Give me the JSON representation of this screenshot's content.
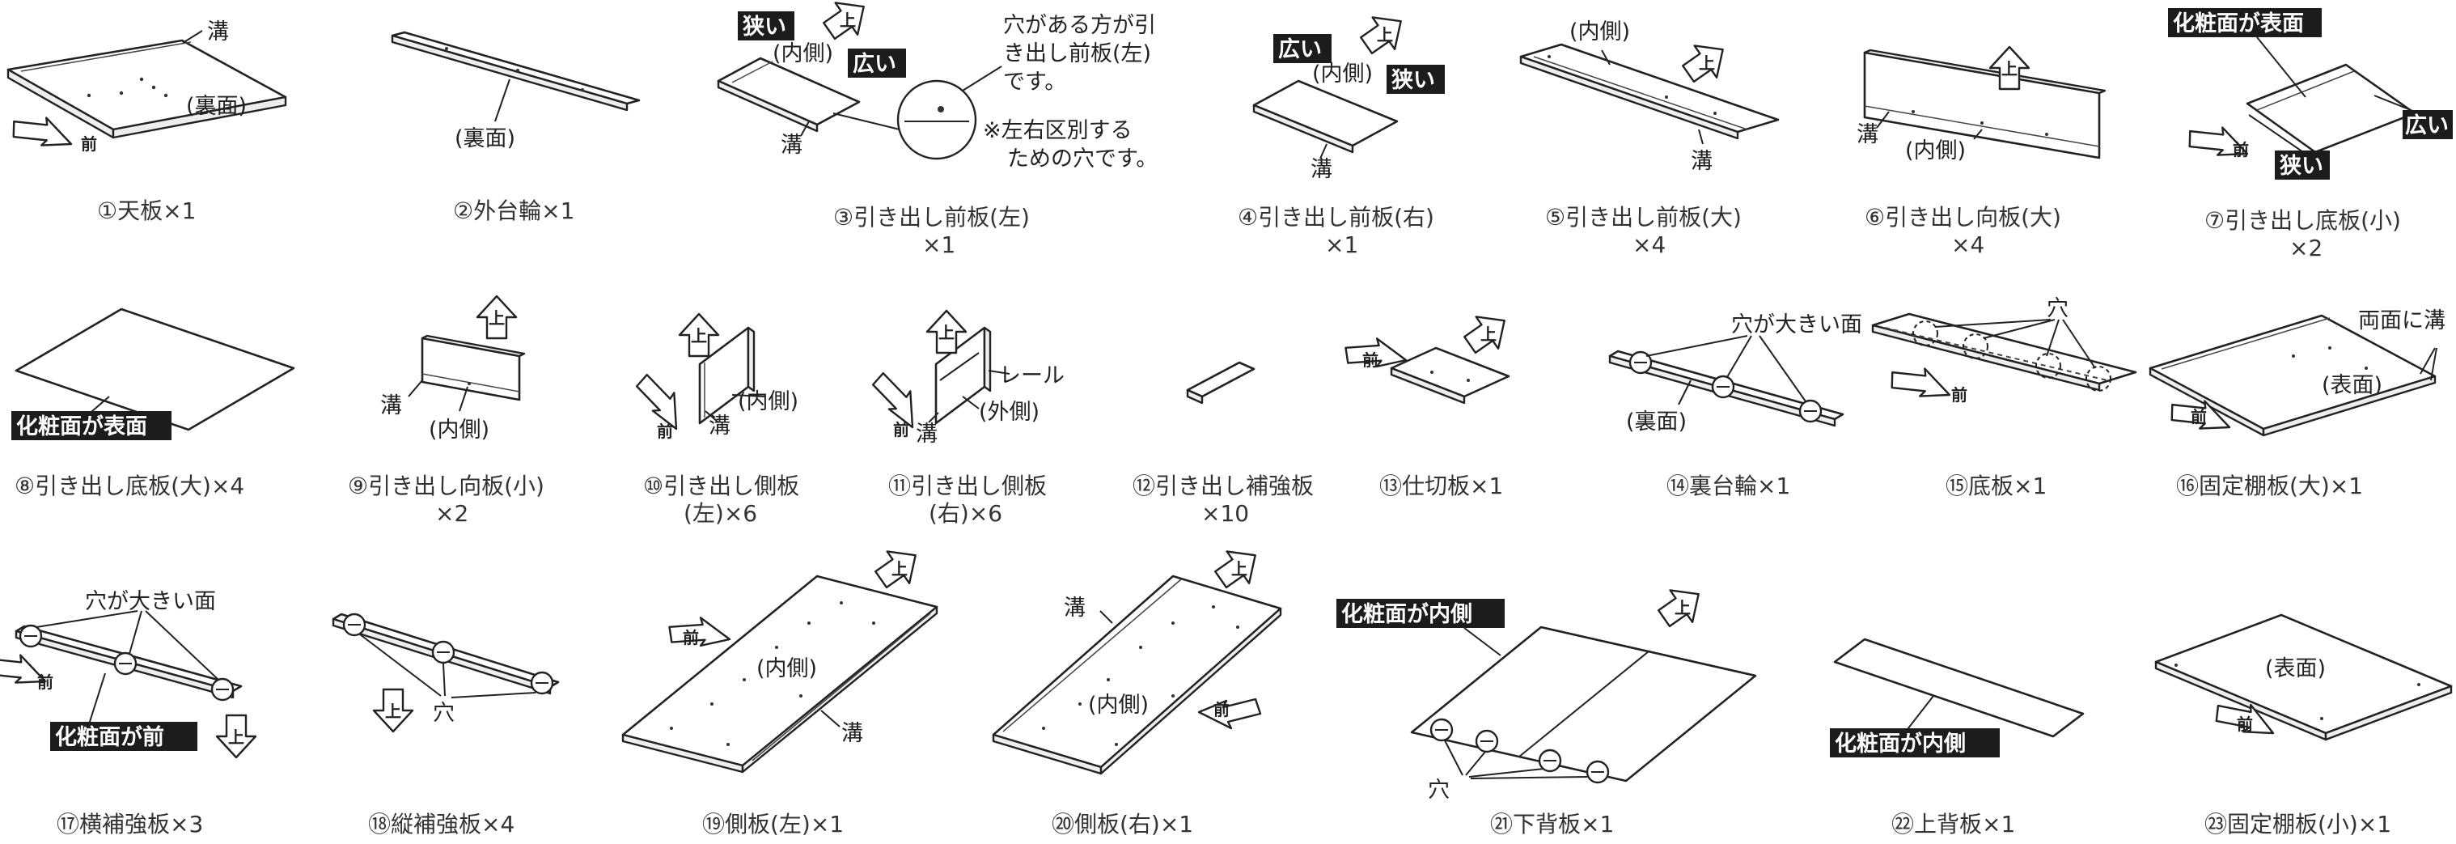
{
  "parts": {
    "p1": {
      "caption": "①天板×1",
      "groove": "溝",
      "face": "(裏面)",
      "front": "前"
    },
    "p2": {
      "caption": "②外台輪×1",
      "face": "(裏面)"
    },
    "p3": {
      "caption_line1": "③引き出し前板(左)",
      "caption_line2": "×1",
      "narrow": "狭い",
      "wide": "広い",
      "inner": "(内側)",
      "groove": "溝",
      "up": "上",
      "note_line1": "穴がある方が引",
      "note_line2": "き出し前板(左)",
      "note_line3": "です。",
      "note2_line1": "※左右区別する",
      "note2_line2": "ための穴です。"
    },
    "p4": {
      "caption_line1": "④引き出し前板(右)",
      "caption_line2": "×1",
      "wide": "広い",
      "narrow": "狭い",
      "inner": "(内側)",
      "groove": "溝",
      "up": "上"
    },
    "p5": {
      "caption_line1": "⑤引き出し前板(大)",
      "caption_line2": "×4",
      "inner": "(内側)",
      "groove": "溝",
      "up": "上"
    },
    "p6": {
      "caption_line1": "⑥引き出し向板(大)",
      "caption_line2": "×4",
      "groove": "溝",
      "inner": "(内側)",
      "up": "上"
    },
    "p7": {
      "caption_line1": "⑦引き出し底板(小)",
      "caption_line2": "×2",
      "finish": "化粧面が表面",
      "wide": "広い",
      "narrow": "狭い",
      "front": "前"
    },
    "p8": {
      "caption": "⑧引き出し底板(大)×4",
      "finish": "化粧面が表面"
    },
    "p9": {
      "caption_line1": "⑨引き出し向板(小)",
      "caption_line2": "×2",
      "groove": "溝",
      "inner": "(内側)",
      "up": "上"
    },
    "p10": {
      "caption_line1": "⑩引き出し側板",
      "caption_line2": "(左)×6",
      "inner": "(内側)",
      "groove": "溝",
      "up": "上",
      "front": "前"
    },
    "p11": {
      "caption_line1": "⑪引き出し側板",
      "caption_line2": "(右)×6",
      "rail": "レール",
      "outer": "(外側)",
      "groove": "溝",
      "up": "上",
      "front": "前"
    },
    "p12": {
      "caption_line1": "⑫引き出し補強板",
      "caption_line2": "×10"
    },
    "p13": {
      "caption": "⑬仕切板×1",
      "front": "前",
      "up": "上"
    },
    "p14": {
      "caption": "⑭裏台輪×1",
      "big_hole": "穴が大きい面",
      "face": "(裏面)"
    },
    "p15": {
      "caption": "⑮底板×1",
      "hole": "穴",
      "front": "前"
    },
    "p16": {
      "caption": "⑯固定棚板(大)×1",
      "both_groove": "両面に溝",
      "face": "(表面)",
      "front": "前"
    },
    "p17": {
      "caption": "⑰横補強板×3",
      "big_hole": "穴が大きい面",
      "finish": "化粧面が前",
      "front": "前",
      "up": "上"
    },
    "p18": {
      "caption": "⑱縦補強板×4",
      "hole": "穴",
      "up": "上"
    },
    "p19": {
      "caption": "⑲側板(左)×1",
      "inner": "(内側)",
      "groove": "溝",
      "front": "前",
      "up": "上"
    },
    "p20": {
      "caption": "⑳側板(右)×1",
      "groove": "溝",
      "inner": "(内側)",
      "front": "前",
      "up": "上"
    },
    "p21": {
      "caption": "㉑下背板×1",
      "finish": "化粧面が内側",
      "hole": "穴",
      "up": "上"
    },
    "p22": {
      "caption": "㉒上背板×1",
      "finish": "化粧面が内側"
    },
    "p23": {
      "caption": "㉓固定棚板(小)×1",
      "face": "(表面)",
      "front": "前"
    }
  }
}
